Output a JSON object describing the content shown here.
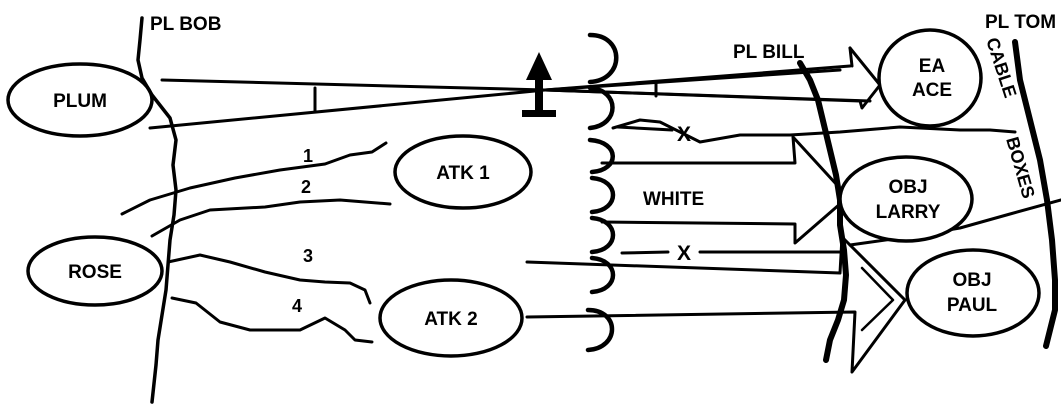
{
  "phase_lines": {
    "bob": "PL BOB",
    "bill": "PL BILL",
    "tom": "PL TOM"
  },
  "objectives": {
    "plum": "PLUM",
    "rose": "ROSE",
    "atk1": "ATK 1",
    "atk2": "ATK 2",
    "ea_line1": "EA",
    "ea_line2": "ACE",
    "larry_line1": "OBJ",
    "larry_line2": "LARRY",
    "paul_line1": "OBJ",
    "paul_line2": "PAUL"
  },
  "annotations": {
    "white": "WHITE",
    "cable": "CABLE",
    "boxes": "BOXES",
    "obstacle_1": "X",
    "obstacle_2": "X"
  },
  "routes": {
    "r1": "1",
    "r2": "2",
    "r3": "3",
    "r4": "4"
  },
  "colors": {
    "ink": "#000000",
    "background": "#ffffff"
  }
}
